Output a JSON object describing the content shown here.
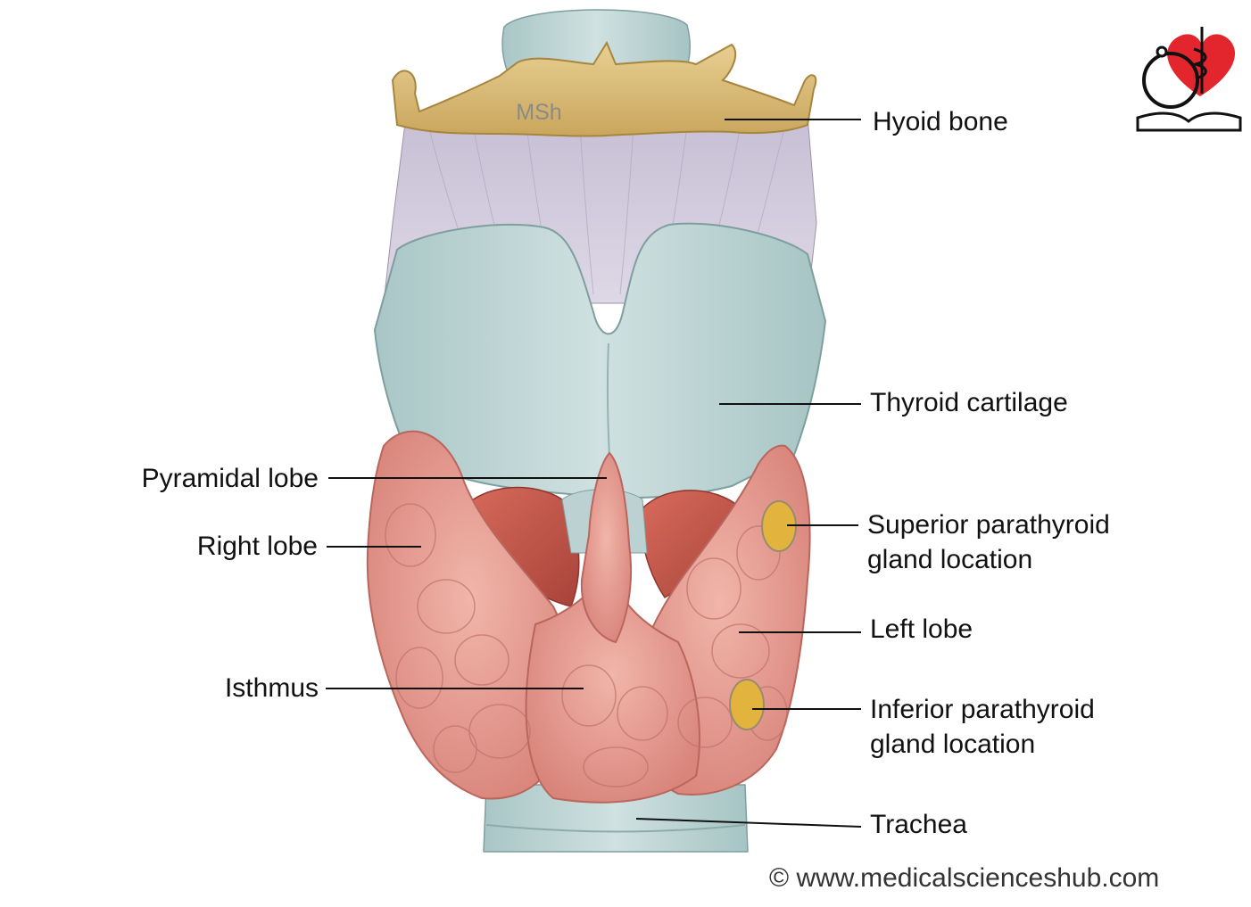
{
  "watermark": "MSh",
  "labels": {
    "hyoid": "Hyoid bone",
    "thyroid_cartilage": "Thyroid cartilage",
    "pyramidal": "Pyramidal lobe",
    "right_lobe": "Right lobe",
    "superior_line1": "Superior parathyroid",
    "superior_line2": "gland location",
    "left_lobe": "Left lobe",
    "isthmus": "Isthmus",
    "inferior_line1": "Inferior parathyroid",
    "inferior_line2": "gland location",
    "trachea": "Trachea"
  },
  "copyright": "© www.medicalscienceshub.com",
  "colors": {
    "bone": "#d9bb78",
    "cartilage": "#b9d3d2",
    "membrane": "#cfc8da",
    "thyroid": "#e89c92",
    "muscle": "#c95a4c",
    "parathyroid": "#e2b43e",
    "logo_heart": "#e3262d"
  },
  "icons": [
    "stethoscope-icon",
    "heart-icon",
    "caduceus-icon",
    "open-book-icon"
  ]
}
